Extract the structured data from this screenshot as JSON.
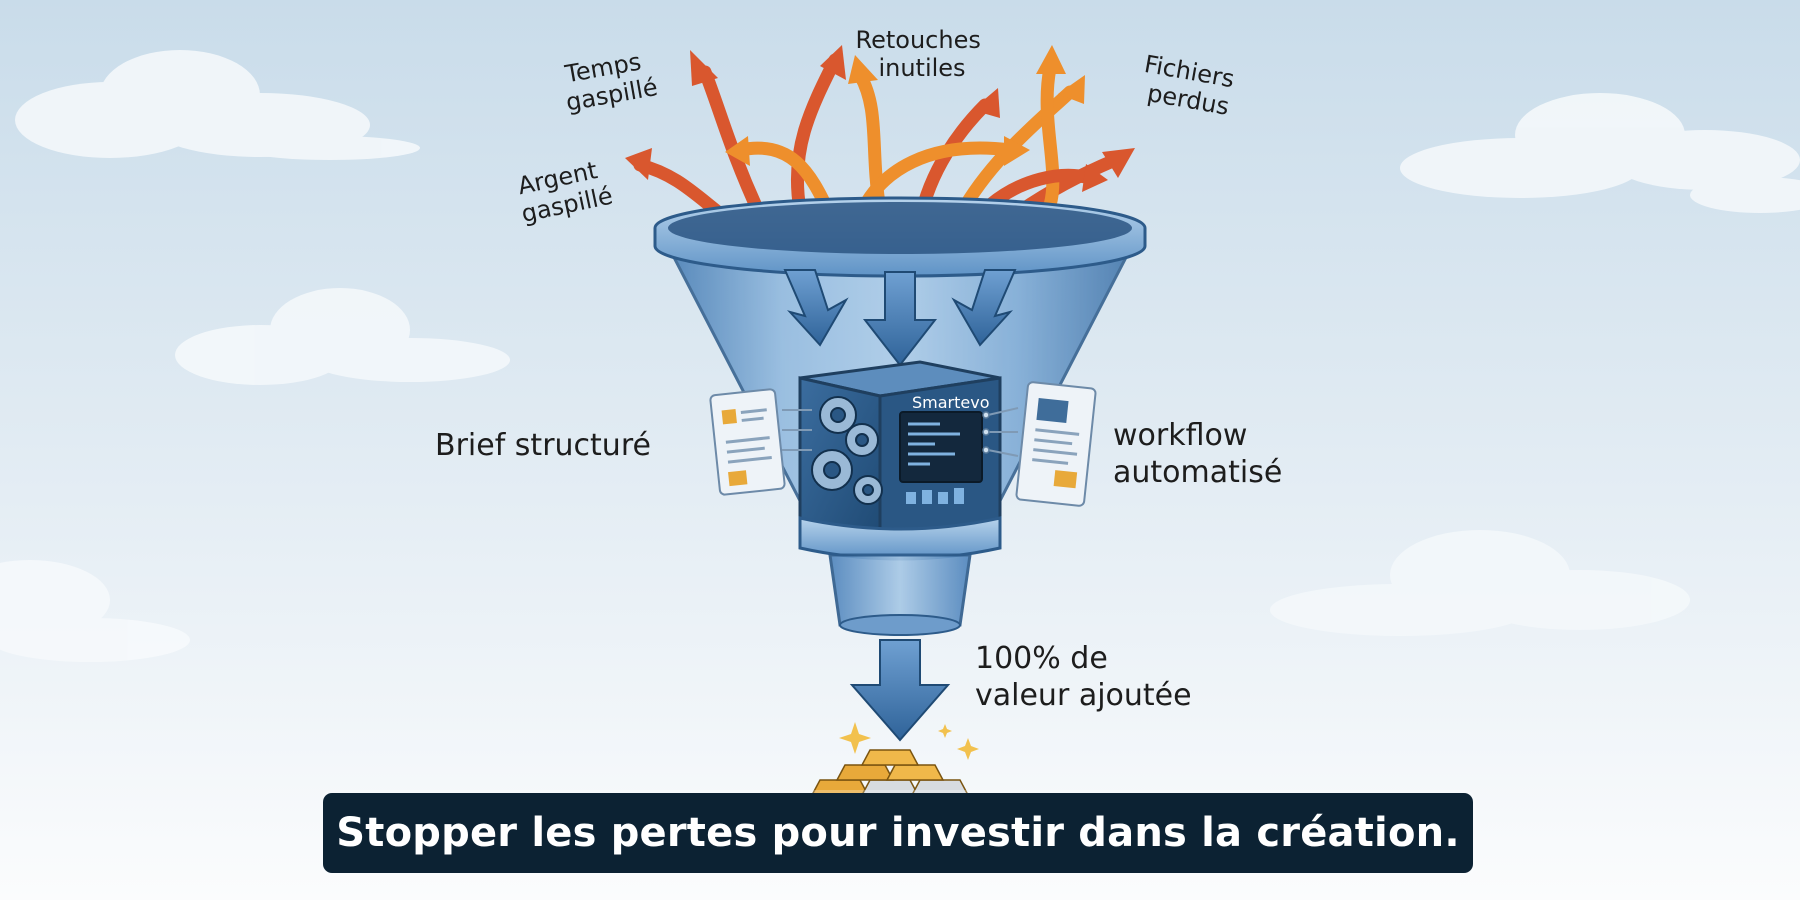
{
  "labels": {
    "temps": "Temps\ngaspillé",
    "retouches": "Retouches\ninutiles",
    "fichiers": "Fichiers\nperdus",
    "argent": "Argent\ngaspillé",
    "brief": "Brief structuré",
    "workflow": "workflow\nautomatisé",
    "valeur": "100% de\nvaleur ajoutée"
  },
  "box_brand": "Smartevo",
  "caption": "Stopper les pertes pour investir dans la création.",
  "colors": {
    "sky_top": "#c9dcea",
    "sky_bottom": "#fbfcfd",
    "funnel": "#5a8fc4",
    "funnel_dark": "#2d5b8a",
    "arrow_red": "#d9572e",
    "arrow_orange": "#ee8f2c",
    "gold": "#e8a93a",
    "caption_bg": "#0c2233"
  }
}
